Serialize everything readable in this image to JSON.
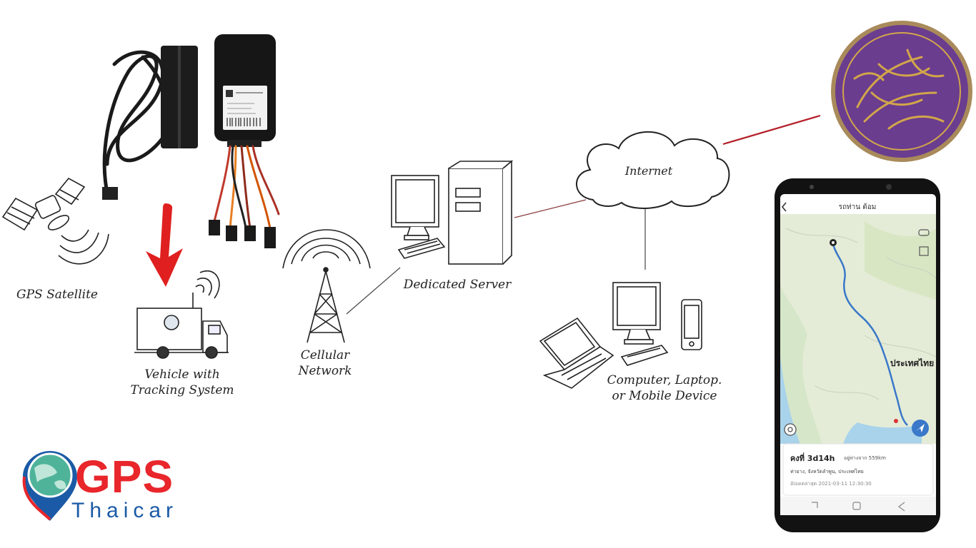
{
  "labels": {
    "gps_satellite": "GPS Satellite",
    "vehicle_line1": "Vehicle with",
    "vehicle_line2": "Tracking System",
    "cellular_line1": "Cellular",
    "cellular_line2": "Network",
    "server": "Dedicated Server",
    "internet": "Internet",
    "devices_line1": "Computer, Laptop.",
    "devices_line2": "or Mobile Device"
  },
  "logo": {
    "brand": "GPS",
    "sub": "Thaicar"
  },
  "phone": {
    "title": "รถท่าน ต้อม",
    "country_label": "ประเทศไทย",
    "card_main": "คงที่ 3d14h",
    "card_distance": "อยู่ห่างจาก 559km",
    "card_location": "ท่ายาง, จังหวัดลำพูน, ประเทศไทย",
    "card_time": "อัปเดตล่าสุด 2021-03-11 12:30:30"
  },
  "colors": {
    "arrow": "#e02020",
    "seal": "#6a3d8f",
    "seal_gold": "#d2a64a",
    "route": "#3a78c9",
    "brand_red": "#e8262b",
    "brand_blue": "#1b5aa6"
  }
}
